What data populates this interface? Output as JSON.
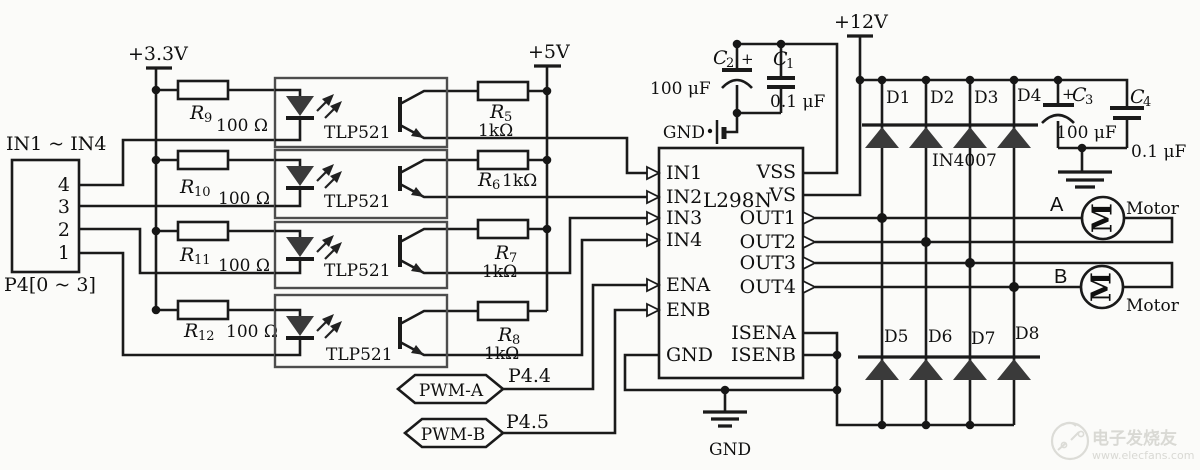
{
  "power": {
    "v3_3": "+3.3V",
    "v5": "+5V",
    "v12": "+12V"
  },
  "connector": {
    "top_label": "IN1 ~ IN4",
    "bottom_label": "P4[0 ~ 3]",
    "pins": [
      "4",
      "3",
      "2",
      "1"
    ]
  },
  "resistors": {
    "r9": {
      "ref": "R",
      "sub": "9",
      "value": "100 Ω"
    },
    "r10": {
      "ref": "R",
      "sub": "10",
      "value": "100 Ω"
    },
    "r11": {
      "ref": "R",
      "sub": "11",
      "value": "100 Ω"
    },
    "r12": {
      "ref": "R",
      "sub": "12",
      "value": "100 Ω"
    },
    "r5": {
      "ref": "R",
      "sub": "5",
      "value": "1kΩ"
    },
    "r6": {
      "ref": "R",
      "sub": "6",
      "value": "1kΩ"
    },
    "r7": {
      "ref": "R",
      "sub": "7",
      "value": "1kΩ"
    },
    "r8": {
      "ref": "R",
      "sub": "8",
      "value": "1kΩ"
    }
  },
  "optocoupler": {
    "part": "TLP521"
  },
  "ic": {
    "name": "L298N",
    "pins": {
      "in1": "IN1",
      "in2": "IN2",
      "in3": "IN3",
      "in4": "IN4",
      "ena": "ENA",
      "enb": "ENB",
      "gnd": "GND",
      "vss": "VSS",
      "vs": "VS",
      "out1": "OUT1",
      "out2": "OUT2",
      "out3": "OUT3",
      "out4": "OUT4",
      "isena": "ISENA",
      "isenb": "ISENB"
    }
  },
  "capacitors": {
    "c1": {
      "ref": "C",
      "sub": "1",
      "value": "0.1 μF"
    },
    "c2": {
      "ref": "C",
      "sub": "2",
      "value": "100 μF",
      "polarity": "+"
    },
    "c3": {
      "ref": "C",
      "sub": "3",
      "value": "100 μF",
      "polarity": "+"
    },
    "c4": {
      "ref": "C",
      "sub": "4",
      "value": "0.1 μF"
    }
  },
  "diodes": {
    "labels": [
      "D1",
      "D2",
      "D3",
      "D4",
      "D5",
      "D6",
      "D7",
      "D8"
    ],
    "part": "IN4007"
  },
  "pwm": {
    "a": {
      "tag": "PWM-A",
      "pin": "P4.4"
    },
    "b": {
      "tag": "PWM-B",
      "pin": "P4.5"
    }
  },
  "motors": {
    "a_label": "A",
    "b_label": "B",
    "motor_text": "Motor",
    "symbol": "M"
  },
  "grounds": {
    "cap_gnd": "GND",
    "ic_gnd": "GND"
  },
  "watermark": {
    "site_name": "电子发烧友",
    "site_url": "www.elecfans.com"
  }
}
